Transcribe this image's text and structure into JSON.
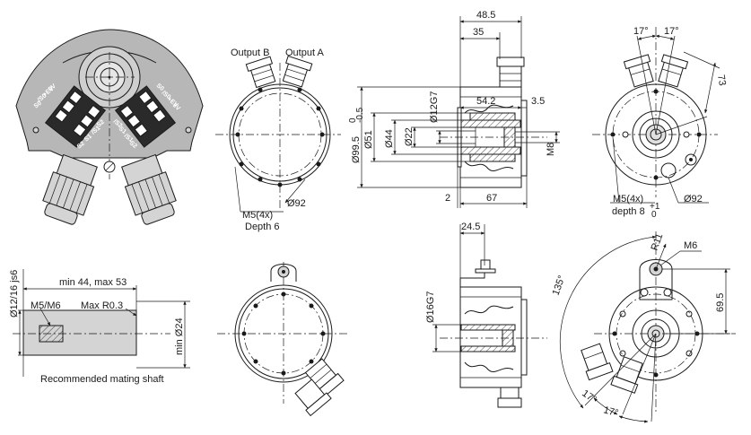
{
  "view_top_left": {
    "terminal_labels_left": [
      "0V",
      "+EV",
      "/S0",
      "S0",
      "S2",
      "/S1",
      "S1",
      "S2"
    ],
    "terminal_labels_right": [
      "S0",
      "/S0",
      "+EV",
      "0V",
      "/S2",
      "S1",
      "/S1",
      "S2"
    ]
  },
  "view_front_outputs": {
    "output_b": "Output B",
    "output_a": "Output A",
    "thread_label": "M5(4x)",
    "depth_label": "Depth 6",
    "pcd_label": "Ø92"
  },
  "view_section_top": {
    "dim_48_5": "48.5",
    "dim_35": "35",
    "dim_54_2": "54.2",
    "dim_3_5": "3.5",
    "dim_2": "2",
    "dim_67": "67",
    "dia_99_5": "Ø99.5",
    "dia_99_5_tol_upper": "0",
    "dia_99_5_tol_lower": "-0.5",
    "dia_51": "Ø51",
    "dia_44": "Ø44",
    "dia_22": "Ø22",
    "dia_12g7": "Ø12G7",
    "thread_m8": "M8"
  },
  "view_back_top": {
    "angle_1": "17°",
    "angle_2": "17°",
    "dim_73": "73",
    "thread_label": "M5(4x)",
    "depth_label": "depth 8",
    "depth_tol_upper": "+1",
    "depth_tol_lower": "0",
    "pcd_label": "Ø92"
  },
  "view_mating_shaft": {
    "dia_label": "Ø12/16 js6",
    "length_label": "min 44, max 53",
    "thread_label": "M5/M6",
    "radius_label": "Max R0.3",
    "min_dia_label": "min Ø24",
    "caption": "Recommended mating shaft"
  },
  "view_section_bottom": {
    "dim_24_5": "24.5",
    "dia_16g7": "Ø16G7"
  },
  "view_back_bottom": {
    "radius_label": "R11",
    "thread_label": "M6",
    "angle_135": "135°",
    "dim_69_5": "69.5",
    "angle_1": "17°",
    "angle_2": "17°"
  },
  "colors": {
    "line": "#1a1a1a",
    "housing_fill": "#b7b7b7",
    "shaft_fill": "#d4d4d4",
    "terminal_fill": "#2a2a2a"
  }
}
